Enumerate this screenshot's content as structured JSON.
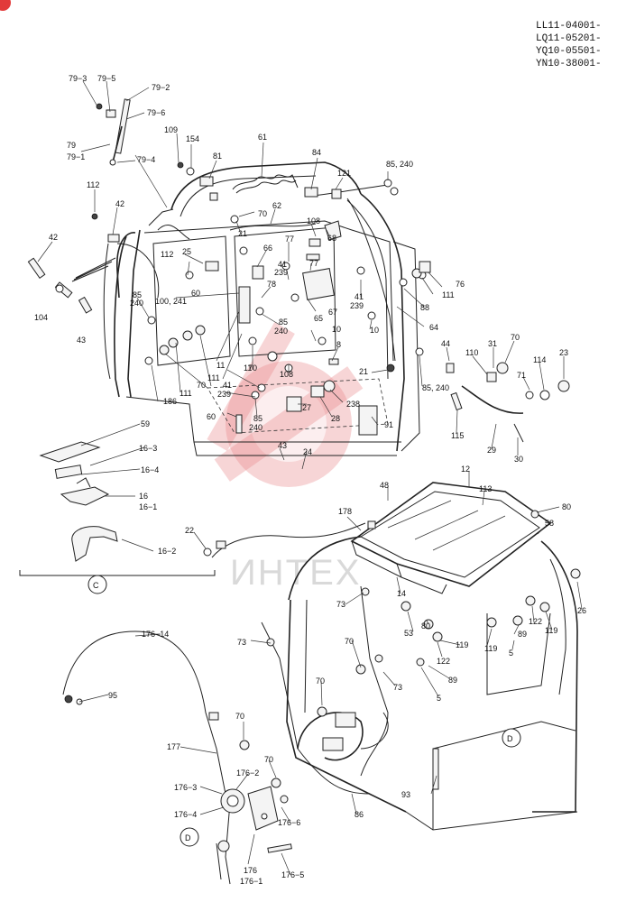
{
  "serials": [
    "LL11-04001-",
    "LQ11-05201-",
    "YQ10-05501-",
    "YN10-38001-"
  ],
  "watermark": "ИНТЕХ",
  "views": {
    "c": "C",
    "d1": "D",
    "d2": "D"
  },
  "labels": {
    "l79_3": "79−3",
    "l79_5": "79−5",
    "l79_2": "79−2",
    "l79_6": "79−6",
    "l79": "79",
    "l79_1": "79−1",
    "l79_4": "79−4",
    "l109": "109",
    "l154": "154",
    "l81": "81",
    "l61": "61",
    "l84": "84",
    "l121": "121",
    "l85_240a": "85, 240",
    "l112a": "112",
    "l42a": "42",
    "l70a": "70",
    "l62": "62",
    "l21a": "21",
    "l108a": "108",
    "l68": "68",
    "l42b": "42",
    "l77a": "77",
    "l66": "66",
    "l41a": "41",
    "l239a": "239",
    "l77b": "77",
    "l76": "76",
    "l25": "25",
    "l112b": "112",
    "l100_241": "100, 241",
    "l111a": "111",
    "l104": "104",
    "l85a": "85",
    "l240a": "240",
    "l78": "78",
    "l60a": "60",
    "l41b": "41",
    "l239b": "239",
    "l88": "88",
    "l67": "67",
    "l43a": "43",
    "l85b": "85",
    "l240b": "240",
    "l65": "65",
    "l10a": "10",
    "l10b": "10",
    "l64": "64",
    "l44": "44",
    "l31": "31",
    "l70b": "70",
    "l23": "23",
    "l8": "8",
    "l110": "110",
    "l11a": "11",
    "l70c": "70",
    "l108b": "108",
    "l21b": "21",
    "l114": "114",
    "l111b": "111",
    "l111c": "111",
    "l70d": "70",
    "l71": "71",
    "l41c": "41",
    "l239c": "239",
    "l186": "186",
    "l85_240b": "85, 240",
    "l11b": "11",
    "l238": "238",
    "l85c": "85",
    "l240c": "240",
    "l60b": "60",
    "l27": "27",
    "l28": "28",
    "l91": "91",
    "l115": "115",
    "l29": "29",
    "l59": "59",
    "l43b": "43",
    "l24": "24",
    "l30": "30",
    "l16_3": "16−3",
    "l12": "12",
    "l16_4": "16−4",
    "l48": "48",
    "l113": "113",
    "l16": "16",
    "l16_1": "16−1",
    "l80a": "80",
    "l178": "178",
    "l58": "58",
    "l22": "22",
    "l16_2": "16−2",
    "l73a": "73",
    "l14": "14",
    "l80b": "80",
    "l26": "26",
    "l122": "122",
    "l119a": "119",
    "l53": "53",
    "l176_14": "176−14",
    "l73b": "73",
    "l119b": "119",
    "l89a": "89",
    "l119c": "119",
    "l5a": "5",
    "l70e": "70",
    "l122b": "122",
    "l89b": "89",
    "l95": "95",
    "l73c": "73",
    "l5b": "5",
    "l70f": "70",
    "l70g": "70",
    "l177": "177",
    "l70h": "70",
    "l176_2": "176−2",
    "l176_3": "176−3",
    "l93": "93",
    "l176_4": "176−4",
    "l86": "86",
    "l176_6": "176−6",
    "l176": "176",
    "l176_1": "176−1",
    "l176_5": "176−5"
  }
}
